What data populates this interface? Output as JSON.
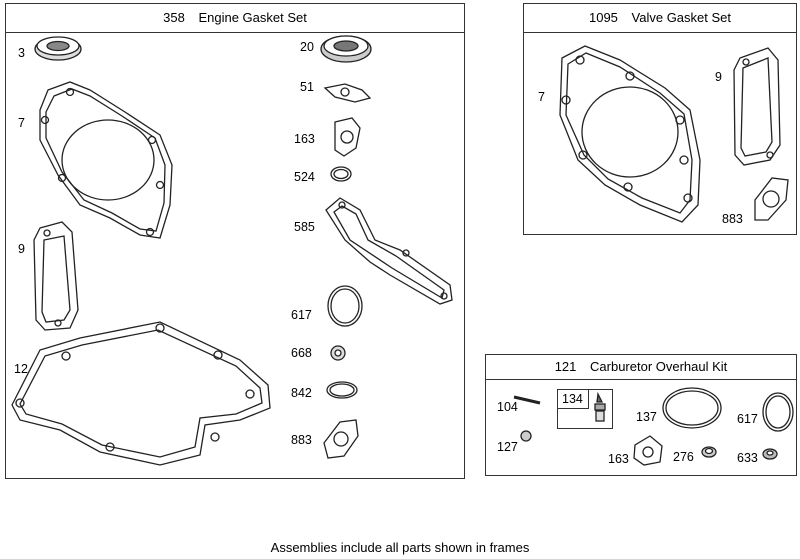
{
  "engine_gasket_set": {
    "number": "358",
    "title": "Engine Gasket Set",
    "parts": [
      "3",
      "7",
      "9",
      "12",
      "20",
      "51",
      "163",
      "524",
      "585",
      "617",
      "668",
      "842",
      "883"
    ]
  },
  "valve_gasket_set": {
    "number": "1095",
    "title": "Valve Gasket Set",
    "parts": [
      "7",
      "9",
      "883"
    ]
  },
  "carburetor_overhaul_kit": {
    "number": "121",
    "title": "Carburetor Overhaul Kit",
    "parts": [
      "104",
      "134",
      "127",
      "137",
      "163",
      "276",
      "617",
      "633"
    ]
  },
  "footer_note": "Assemblies include all parts shown in frames"
}
